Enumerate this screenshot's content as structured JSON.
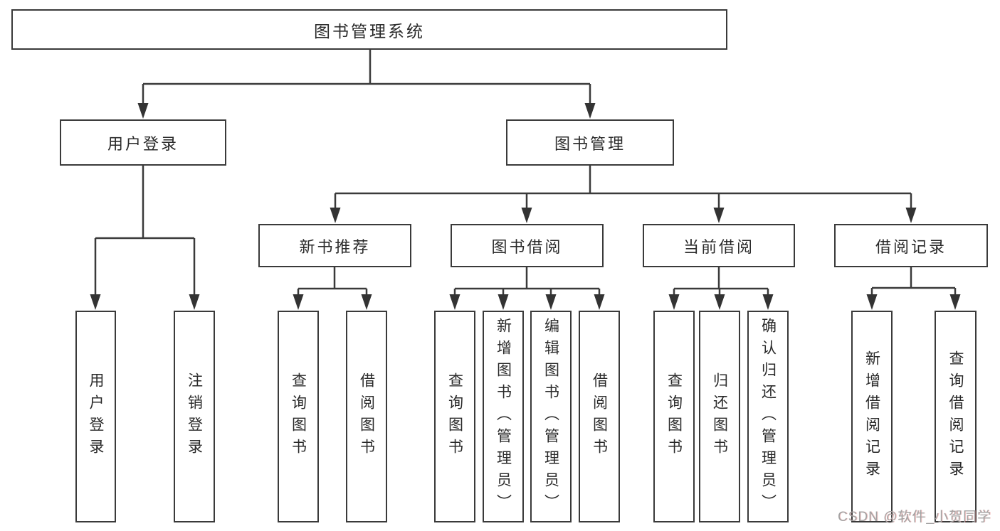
{
  "diagram": {
    "type": "hierarchy-tree",
    "root": {
      "label": "图书管理系统",
      "children": [
        {
          "label": "用户登录",
          "children": [
            {
              "label": "用户登录"
            },
            {
              "label": "注销登录"
            }
          ]
        },
        {
          "label": "图书管理",
          "children": [
            {
              "label": "新书推荐",
              "children": [
                {
                  "label": "查询图书"
                },
                {
                  "label": "借阅图书"
                }
              ]
            },
            {
              "label": "图书借阅",
              "children": [
                {
                  "label": "查询图书"
                },
                {
                  "label": "新增图书（管理员）"
                },
                {
                  "label": "编辑图书（管理员）"
                },
                {
                  "label": "借阅图书"
                }
              ]
            },
            {
              "label": "当前借阅",
              "children": [
                {
                  "label": "查询图书"
                },
                {
                  "label": "归还图书"
                },
                {
                  "label": "确认归还（管理员）"
                }
              ]
            },
            {
              "label": "借阅记录",
              "children": [
                {
                  "label": "新增借阅记录"
                },
                {
                  "label": "查询借阅记录"
                }
              ]
            }
          ]
        }
      ]
    }
  },
  "watermark": {
    "text": "CSDN @软件_小贺同学"
  },
  "colors": {
    "line": "#3a3a3a",
    "box_border": "#3a3a3a",
    "text": "#262626",
    "background": "#ffffff",
    "watermark": "#a3a3a3"
  }
}
